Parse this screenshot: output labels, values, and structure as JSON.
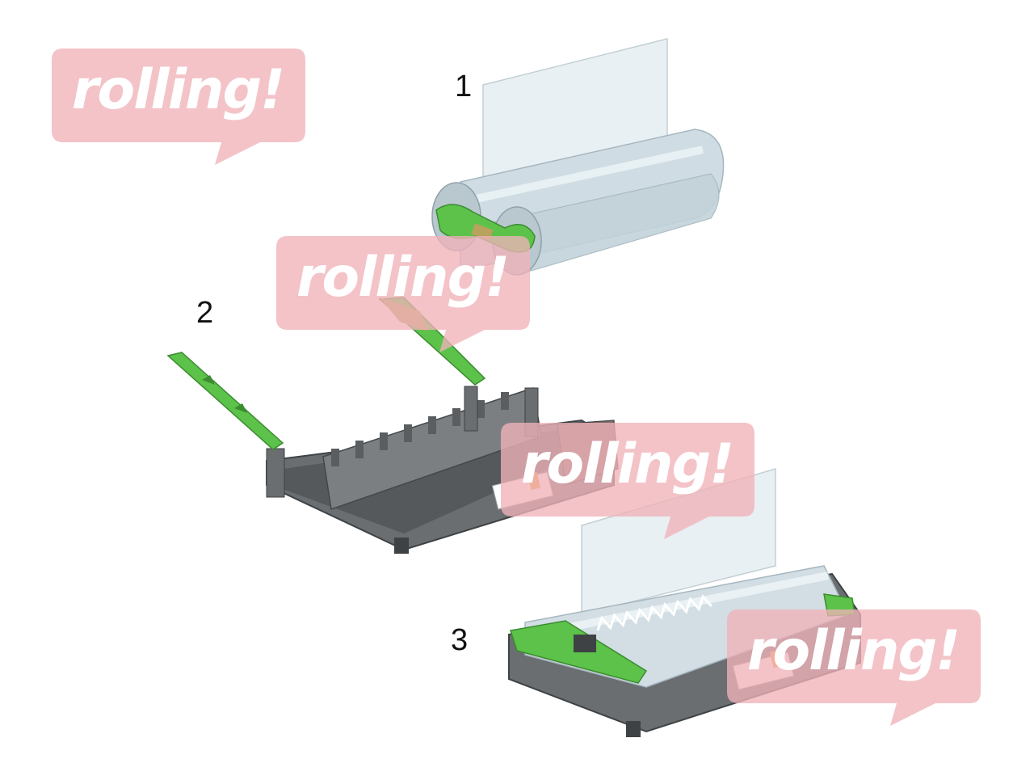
{
  "diagram": {
    "steps": [
      {
        "label": "1",
        "part": "film-roll-icon"
      },
      {
        "label": "2",
        "part": "cartridge-tray-icon"
      },
      {
        "label": "3",
        "part": "assembled-cartridge-icon"
      }
    ]
  },
  "watermark": {
    "text": "rolling!",
    "color": "#f0b2b8"
  },
  "colors": {
    "tray": "#5f6366",
    "clip": "#5cc24a",
    "film": "#d6e2e8"
  }
}
